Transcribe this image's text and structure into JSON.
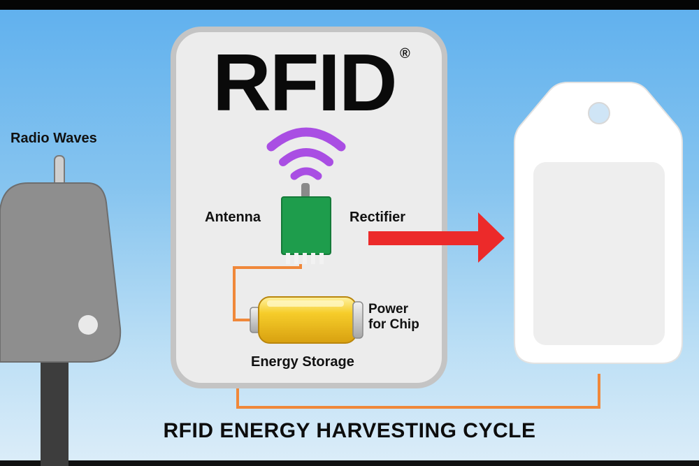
{
  "diagram": {
    "logo_text": "RFID",
    "logo_mark": "®",
    "title": "RFID ENERGY HARVESTING CYCLE",
    "labels": {
      "radio_waves": "Radio Waves",
      "antenna": "Antenna",
      "rectifier": "Rectifier",
      "power_line1": "Power",
      "power_line2": "for Chip",
      "energy_storage": "Energy Storage"
    },
    "icons": [
      "rfid-reader-icon",
      "wifi-signal-icon",
      "chip-icon",
      "battery-icon",
      "arrow-right-icon",
      "rfid-tag-icon"
    ],
    "colors": {
      "background_top": "#5fb0ee",
      "card": "#ececec",
      "chip": "#1e9d4c",
      "wifi": "#a94ee3",
      "wire": "#f0883a",
      "arrow": "#ec2a2a",
      "battery": "#f3c11c",
      "reader": "#8c8c8c"
    }
  }
}
